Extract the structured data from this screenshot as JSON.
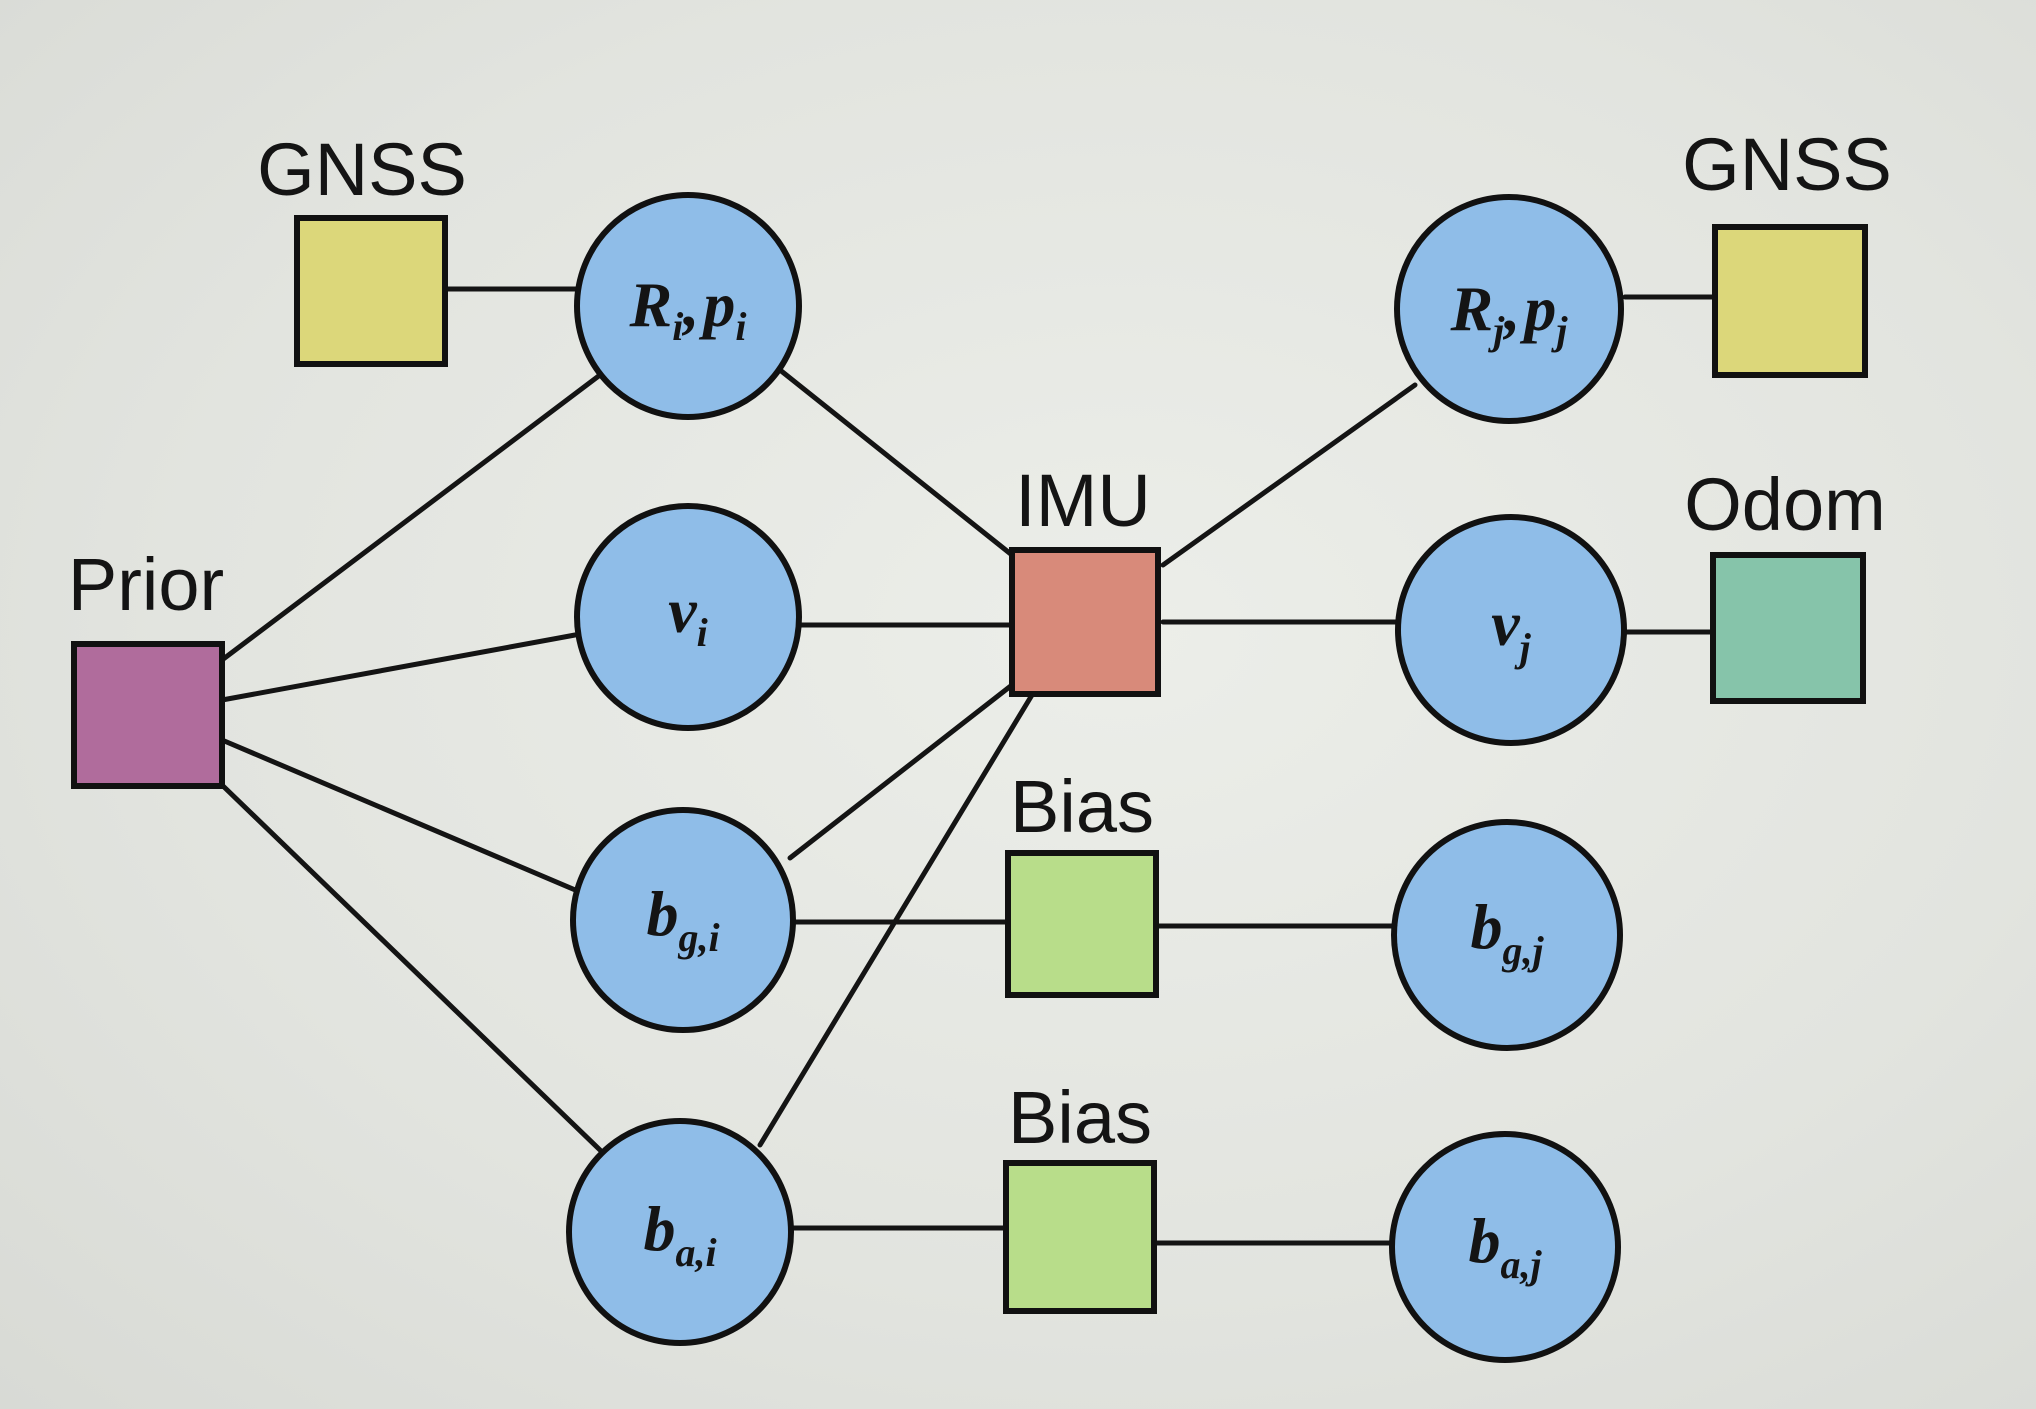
{
  "colors": {
    "background": "#e4e6e1",
    "variable_node": "#8fbde8",
    "gnss_factor": "#dcd77a",
    "prior_factor": "#b06c9c",
    "imu_factor": "#d88a7a",
    "odom_factor": "#86c4aa",
    "bias_factor": "#b8dd8a",
    "edge": "#141414"
  },
  "factors": {
    "gnss_i": {
      "label": "GNSS"
    },
    "gnss_j": {
      "label": "GNSS"
    },
    "prior": {
      "label": "Prior"
    },
    "imu": {
      "label": "IMU"
    },
    "odom": {
      "label": "Odom"
    },
    "bias_g": {
      "label": "Bias"
    },
    "bias_a": {
      "label": "Bias"
    }
  },
  "variables": {
    "Rp_i": {
      "main1": "R",
      "sub1": "i",
      "sep": ",",
      "main2": "p",
      "sub2": "i"
    },
    "v_i": {
      "main": "v",
      "sub": "i"
    },
    "bg_i": {
      "main": "b",
      "sub": "g,i"
    },
    "ba_i": {
      "main": "b",
      "sub": "a,i"
    },
    "Rp_j": {
      "main1": "R",
      "sub1": "j",
      "sep": ",",
      "main2": "p",
      "sub2": "j"
    },
    "v_j": {
      "main": "v",
      "sub": "j"
    },
    "bg_j": {
      "main": "b",
      "sub": "g,j"
    },
    "ba_j": {
      "main": "b",
      "sub": "a,j"
    }
  }
}
